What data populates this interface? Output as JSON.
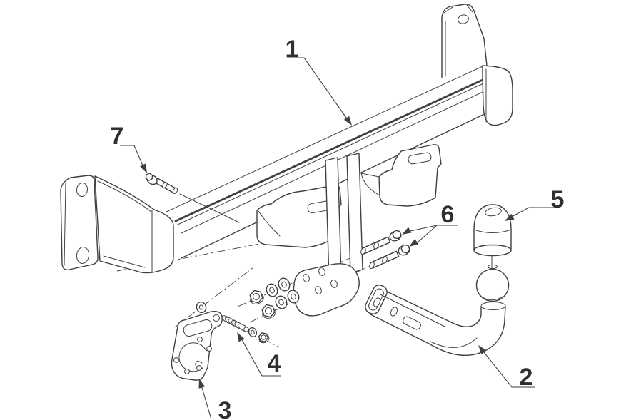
{
  "figure": {
    "type": "exploded-parts-diagram",
    "subject": "towbar assembly technical drawing",
    "background_color": "#ffffff",
    "line_color": "#3f3f3f",
    "label_color": "#303030"
  },
  "labels": [
    {
      "text": "1",
      "part": "crossbar-beam"
    },
    {
      "text": "2",
      "part": "swan-neck-ball-arm"
    },
    {
      "text": "3",
      "part": "mounting-bracket-plate"
    },
    {
      "text": "4",
      "part": "spring-washer-nut-set"
    },
    {
      "text": "5",
      "part": "towball-cover-cap"
    },
    {
      "text": "6",
      "part": "hex-flange-bolts"
    },
    {
      "text": "7",
      "part": "hex-flange-bolt"
    }
  ]
}
